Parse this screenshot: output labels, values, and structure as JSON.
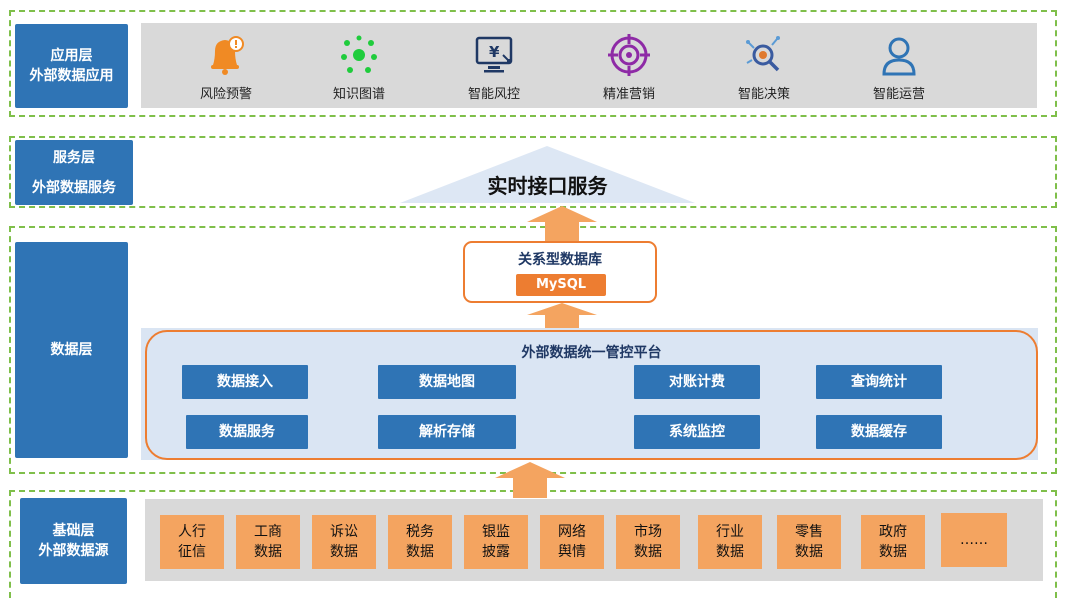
{
  "colors": {
    "label_blue": "#2f74b5",
    "dashed_green": "#7fbf4a",
    "accent_orange": "#ed7d31",
    "source_orange": "#f4a460",
    "panel_gray": "#d9d9d9",
    "platform_blue": "#dae5f3"
  },
  "layers": {
    "application": {
      "line1": "应用层",
      "line2": "外部数据应用"
    },
    "service": {
      "line1": "服务层",
      "line2": "外部数据服务"
    },
    "data": {
      "line1": "数据层"
    },
    "base": {
      "line1": "基础层",
      "line2": "外部数据源"
    }
  },
  "applications": [
    {
      "label": "风险预警",
      "icon": "alarm-bell-icon"
    },
    {
      "label": "知识图谱",
      "icon": "graph-nodes-icon"
    },
    {
      "label": "智能风控",
      "icon": "monitor-yen-icon"
    },
    {
      "label": "精准营销",
      "icon": "target-icon"
    },
    {
      "label": "智能决策",
      "icon": "magnifier-decision-icon"
    },
    {
      "label": "智能运营",
      "icon": "user-icon"
    }
  ],
  "service": {
    "title": "实时接口服务"
  },
  "database": {
    "title": "关系型数据库",
    "engine": "MySQL"
  },
  "platform": {
    "title": "外部数据统一管控平台",
    "modules": [
      "数据接入",
      "数据地图",
      "对账计费",
      "查询统计",
      "数据服务",
      "解析存储",
      "系统监控",
      "数据缓存"
    ]
  },
  "sources": [
    [
      "人行",
      "征信"
    ],
    [
      "工商",
      "数据"
    ],
    [
      "诉讼",
      "数据"
    ],
    [
      "税务",
      "数据"
    ],
    [
      "银监",
      "披露"
    ],
    [
      "网络",
      "舆情"
    ],
    [
      "市场",
      "数据"
    ],
    [
      "行业",
      "数据"
    ],
    [
      "零售",
      "数据"
    ],
    [
      "政府",
      "数据"
    ],
    [
      "……",
      ""
    ]
  ]
}
